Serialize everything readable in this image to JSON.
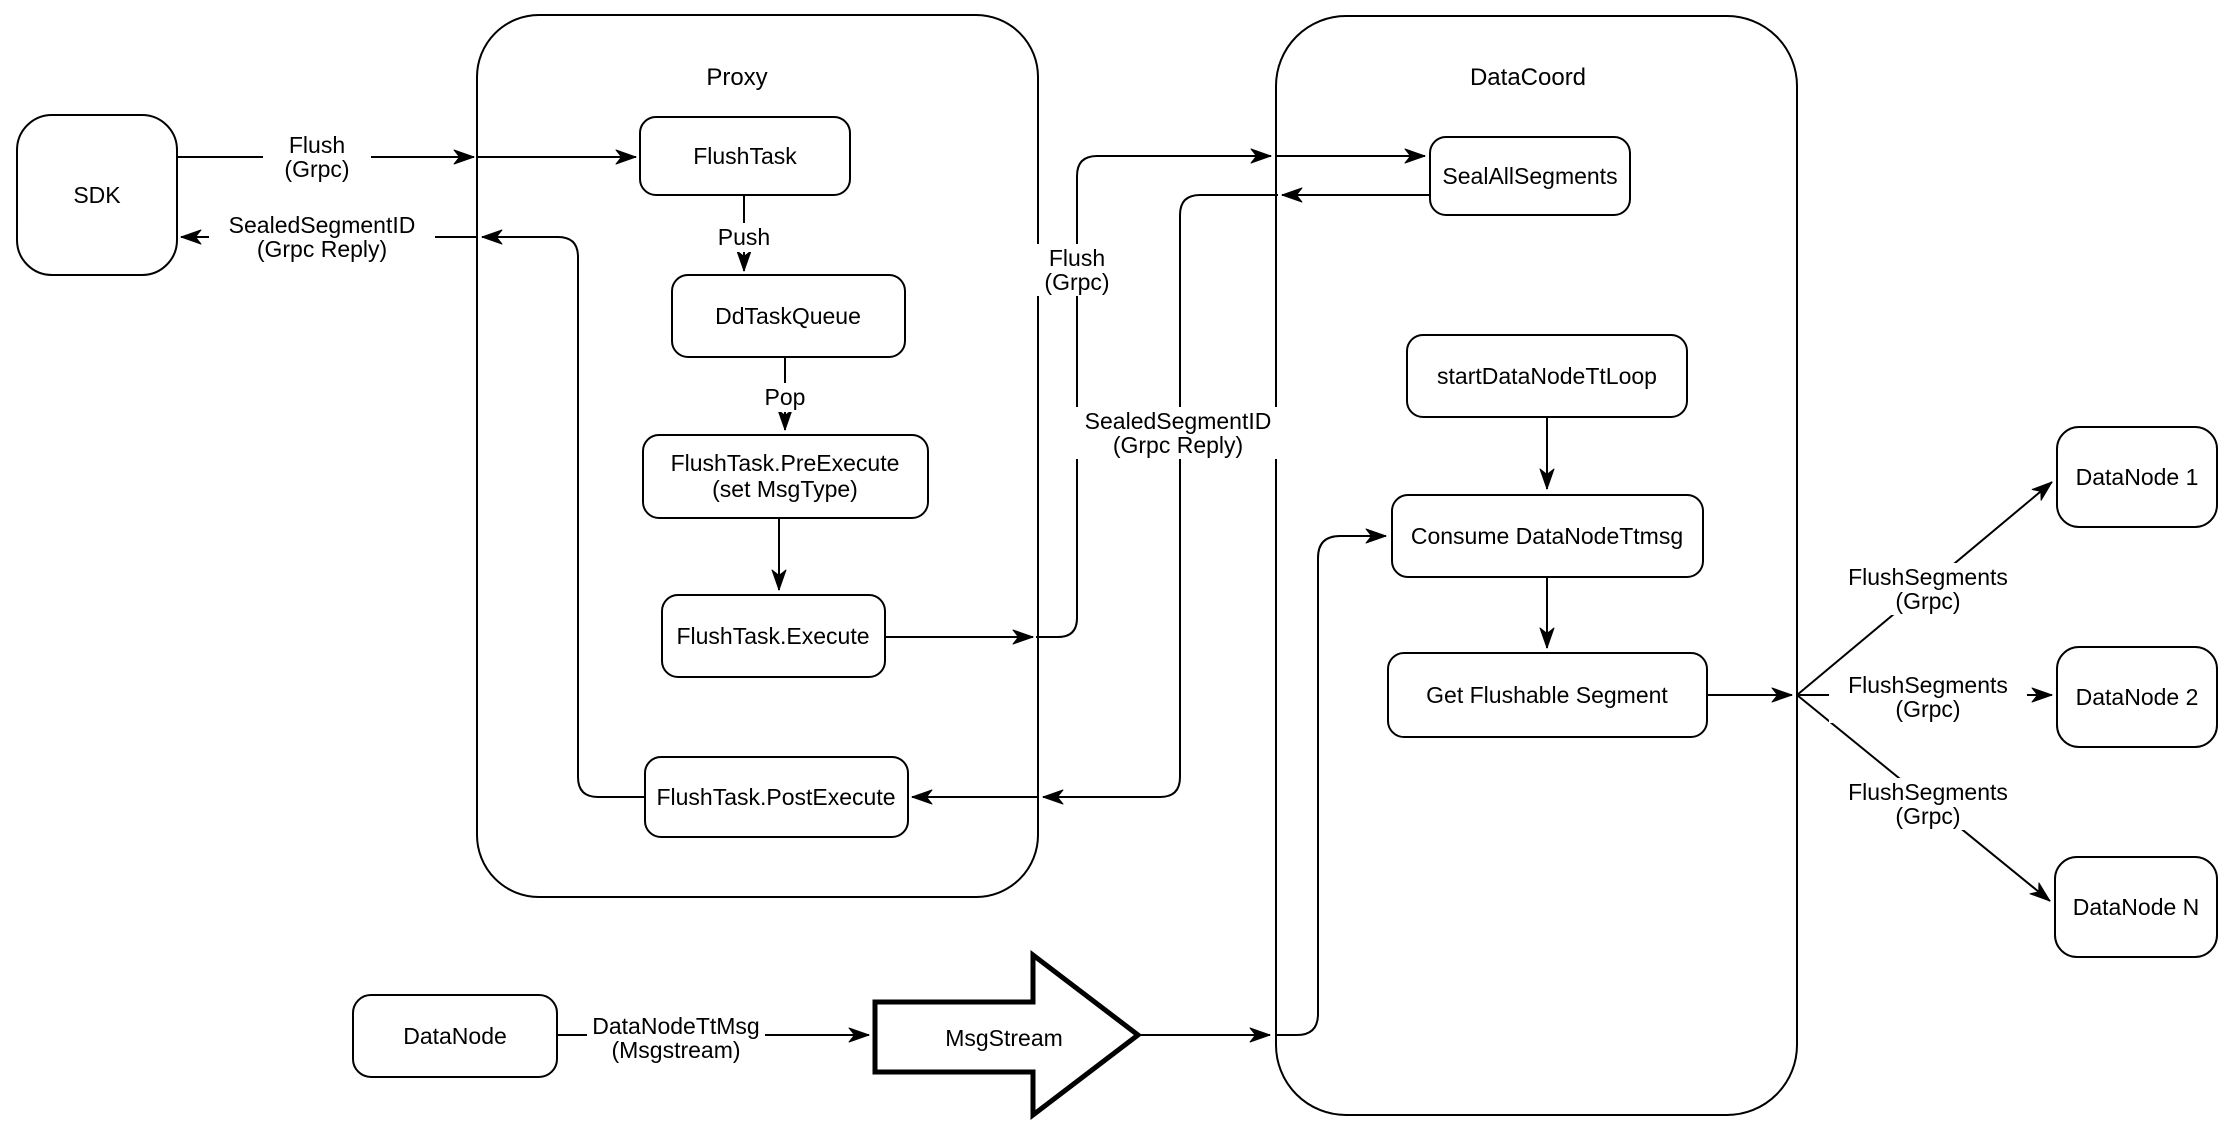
{
  "diagram": {
    "background_color": "#ffffff",
    "stroke_color": "#000000",
    "node_fill_color": "#ffffff",
    "containers": {
      "proxy": {
        "label": "Proxy"
      },
      "datacoord": {
        "label": "DataCoord"
      }
    },
    "nodes": {
      "sdk": {
        "label": "SDK"
      },
      "flush_task": {
        "label": "FlushTask"
      },
      "dd_task_queue": {
        "label": "DdTaskQueue"
      },
      "pre_execute": {
        "label_line1": "FlushTask.PreExecute",
        "label_line2": "(set MsgType)"
      },
      "execute": {
        "label": "FlushTask.Execute"
      },
      "post_execute": {
        "label": "FlushTask.PostExecute"
      },
      "seal_all_segments": {
        "label": "SealAllSegments"
      },
      "start_datanode_tt_loop": {
        "label": "startDataNodeTtLoop"
      },
      "consume_datanode_ttmsg": {
        "label": "Consume DataNodeTtmsg"
      },
      "get_flushable_segment": {
        "label": "Get Flushable Segment"
      },
      "datanode_1": {
        "label": "DataNode 1"
      },
      "datanode_2": {
        "label": "DataNode 2"
      },
      "datanode_n": {
        "label": "DataNode N"
      },
      "datanode_bottom": {
        "label": "DataNode"
      },
      "msgstream": {
        "label": "MsgStream"
      }
    },
    "edge_labels": {
      "sdk_flush": {
        "line1": "Flush",
        "line2": "(Grpc)"
      },
      "sdk_reply": {
        "line1": "SealedSegmentID",
        "line2": "(Grpc Reply)"
      },
      "push": {
        "line1": "Push"
      },
      "pop": {
        "line1": "Pop"
      },
      "proxy_flush": {
        "line1": "Flush",
        "line2": "(Grpc)"
      },
      "coord_reply": {
        "line1": "SealedSegmentID",
        "line2": "(Grpc Reply)"
      },
      "flush_segments_1": {
        "line1": "FlushSegments",
        "line2": "(Grpc)"
      },
      "flush_segments_2": {
        "line1": "FlushSegments",
        "line2": "(Grpc)"
      },
      "flush_segments_n": {
        "line1": "FlushSegments",
        "line2": "(Grpc)"
      },
      "datanode_ttmsg": {
        "line1": "DataNodeTtMsg",
        "line2": "(Msgstream)"
      }
    }
  }
}
